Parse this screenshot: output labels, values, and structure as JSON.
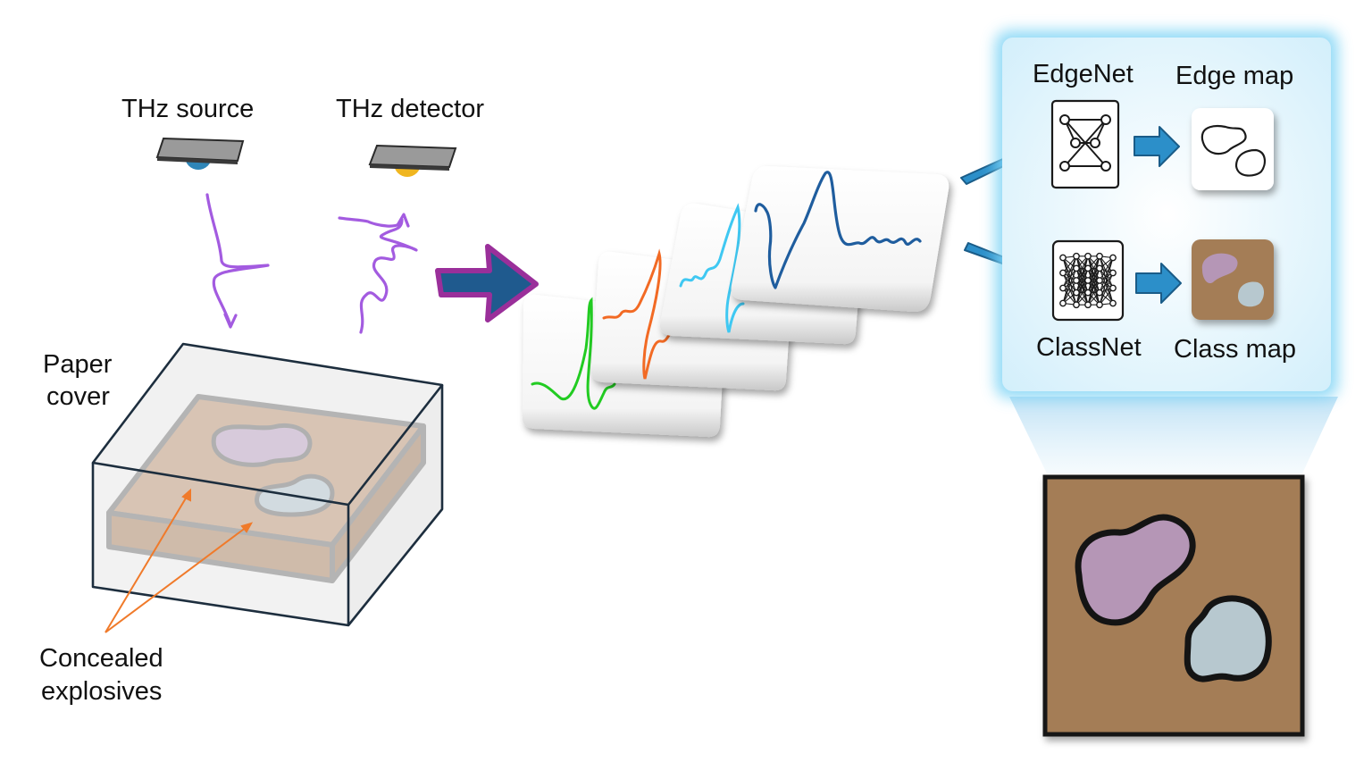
{
  "labels": {
    "thz_source": "THz source",
    "thz_detector": "THz detector",
    "paper_cover_line1": "Paper",
    "paper_cover_line2": "cover",
    "concealed_line1": "Concealed",
    "concealed_line2": "explosives",
    "edgenet": "EdgeNet",
    "edge_map": "Edge map",
    "classnet": "ClassNet",
    "class_map": "Class map"
  },
  "colors": {
    "pulse": "#a35be0",
    "main_arrow_fill": "#1f5a8e",
    "main_arrow_stroke": "#9a2f9a",
    "panel_glow": "#7fd4f5",
    "panel_fill": "#e7f6fd",
    "small_arrow": "#2c8fc9",
    "map_background": "#a47d57",
    "explosive_a": "#b596b6",
    "explosive_b": "#b7c8cf",
    "trace_green": "#22cc22",
    "trace_orange": "#f26a24",
    "trace_cyan": "#3fc8f2",
    "trace_blue": "#1f5d9e",
    "source_ball": "#2f86b8",
    "detector_ball": "#f0b620",
    "leader_line": "#f07a2a"
  },
  "icons": {
    "edgenet": "network-graph-icon",
    "classnet": "neural-network-icon"
  }
}
